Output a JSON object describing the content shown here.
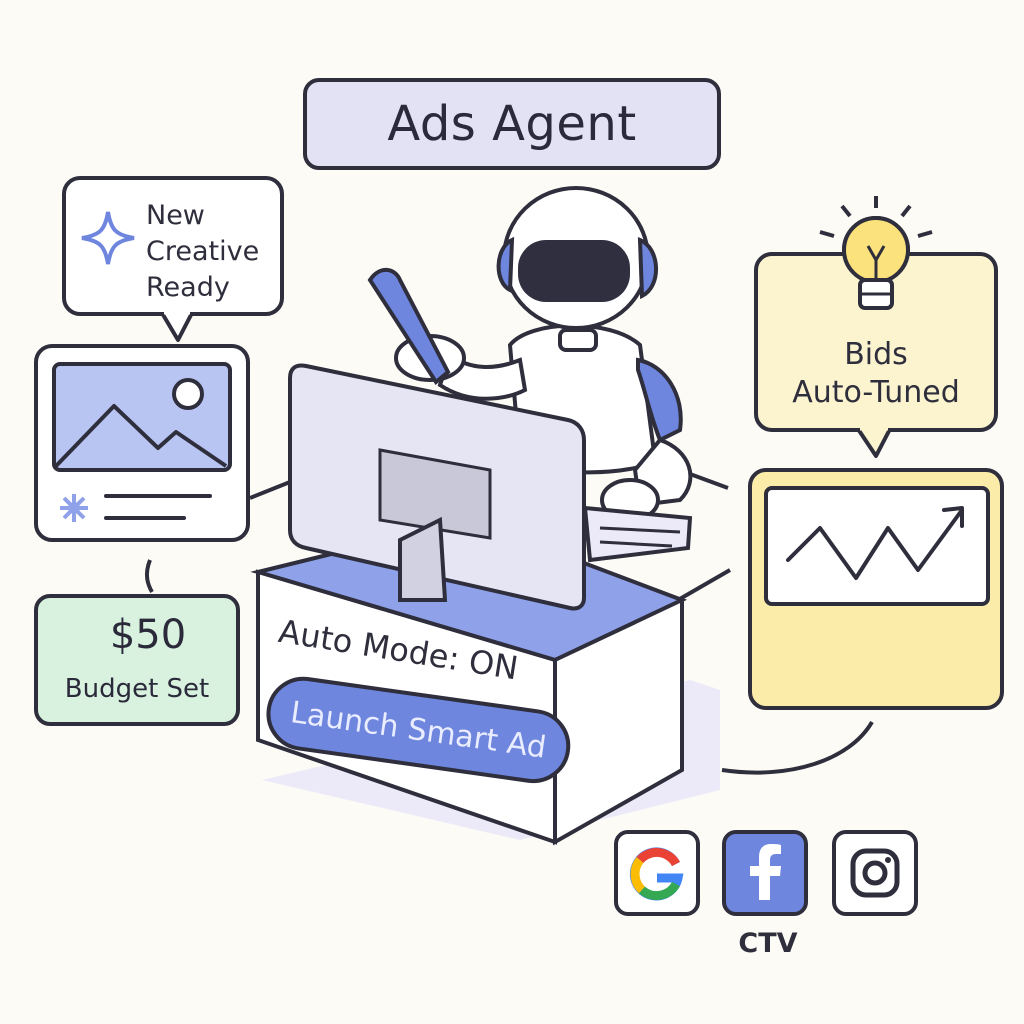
{
  "title": "Ads Agent",
  "creative_bubble": {
    "line1": "New",
    "line2": "Creative",
    "line3": "Ready"
  },
  "bids_bubble": {
    "line1": "Bids",
    "line2": "Auto-Tuned"
  },
  "budget": {
    "amount": "$50",
    "label": "Budget Set"
  },
  "desk": {
    "mode_text": "Auto Mode: ON",
    "launch_label": "Launch Smart Ad"
  },
  "platforms": {
    "items": [
      {
        "icon": "google-icon",
        "glyph": "G"
      },
      {
        "icon": "facebook-icon",
        "glyph": "f"
      },
      {
        "icon": "instagram-icon",
        "glyph": ""
      }
    ],
    "caption": "CTV"
  },
  "colors": {
    "background": "#fdfbf6",
    "outline": "#2e2e3c",
    "accent_blue": "#6f86de",
    "title_fill": "#e3e2f5",
    "budget_fill": "#d9f2df",
    "bids_fill": "#fbf4cf",
    "chart_fill": "#fbeda9"
  }
}
